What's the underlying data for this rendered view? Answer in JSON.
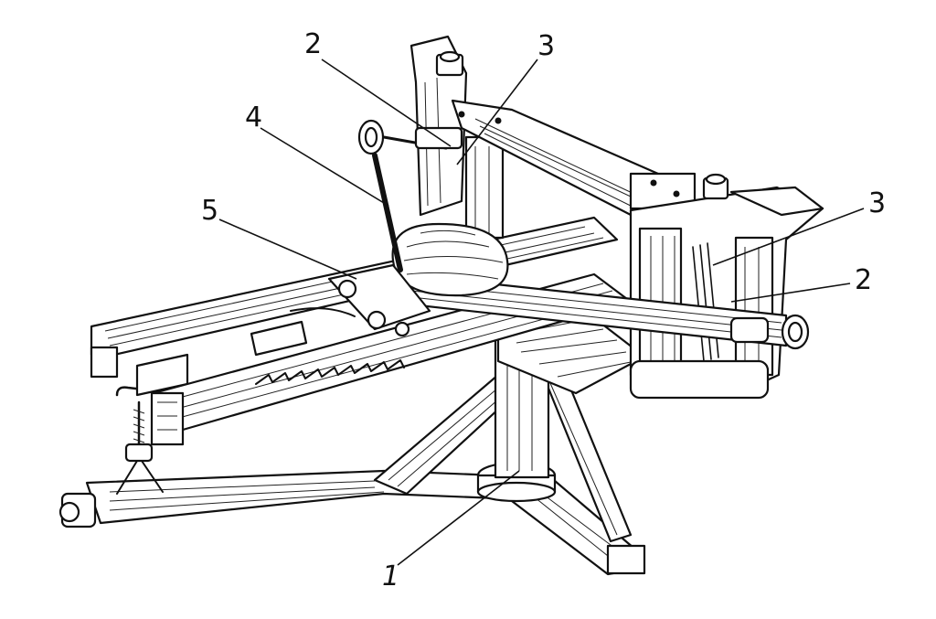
{
  "callouts": [
    {
      "id": "c2a",
      "text": "2"
    },
    {
      "id": "c3a",
      "text": "3"
    },
    {
      "id": "c4",
      "text": "4"
    },
    {
      "id": "c5",
      "text": "5"
    },
    {
      "id": "c3b",
      "text": "3"
    },
    {
      "id": "c2b",
      "text": "2"
    },
    {
      "id": "c1",
      "text": "1"
    }
  ]
}
